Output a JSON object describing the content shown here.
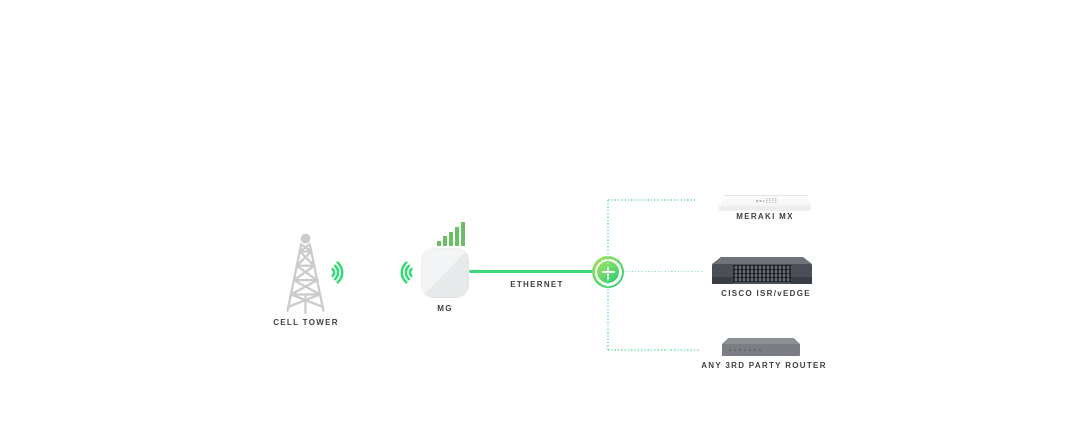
{
  "diagram": {
    "type": "network-topology",
    "labels": {
      "cell_tower": "CELL TOWER",
      "mg": "MG",
      "ethernet": "ETHERNET",
      "meraki_mx": "MERAKI MX",
      "cisco_isr": "CISCO ISR/vEDGE",
      "third_party_router": "ANY 3RD PARTY ROUTER"
    },
    "nodes": [
      {
        "id": "cell-tower",
        "label": "CELL TOWER",
        "icon": "cell-tower-icon"
      },
      {
        "id": "mg",
        "label": "MG",
        "icon": "mg-gateway-icon"
      },
      {
        "id": "meraki-mx",
        "label": "MERAKI MX",
        "icon": "mx-appliance-icon"
      },
      {
        "id": "cisco-isr",
        "label": "CISCO ISR/vEDGE",
        "icon": "rack-router-icon"
      },
      {
        "id": "third-party-router",
        "label": "ANY 3RD PARTY ROUTER",
        "icon": "desktop-router-icon"
      }
    ],
    "links": [
      {
        "from": "cell-tower",
        "to": "mg",
        "type": "wireless-signal"
      },
      {
        "from": "mg",
        "to": "junction",
        "type": "solid-wire",
        "label": "ETHERNET"
      },
      {
        "from": "junction",
        "to": "meraki-mx",
        "type": "dotted"
      },
      {
        "from": "junction",
        "to": "cisco-isr",
        "type": "dotted"
      },
      {
        "from": "junction",
        "to": "third-party-router",
        "type": "dotted"
      }
    ],
    "colors": {
      "signal_wave_green": "#2edd73",
      "ethernet_line_green": "#3fd97d",
      "dotted_line_green": "#8ee9b6",
      "signal_bars_green": "#69bf66",
      "junction_gradient_start": "#a9e15e",
      "junction_gradient_end": "#25ce77",
      "tower_gray": "#c9cbcd",
      "device_dark_gray": "#4b5056",
      "device_mid_gray": "#7a7d81",
      "label_text": "#3c4144",
      "background": "#ffffff"
    }
  }
}
